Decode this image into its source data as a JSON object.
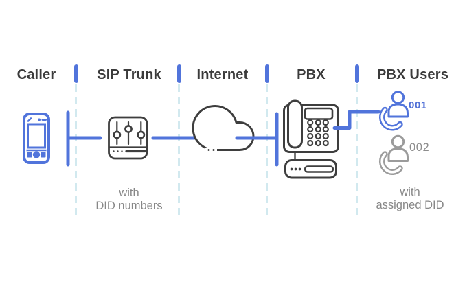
{
  "columns": [
    {
      "id": "caller",
      "label": "Caller",
      "icon": "smartphone-icon"
    },
    {
      "id": "sip-trunk",
      "label": "SIP Trunk",
      "icon": "sip-trunk-sliders-icon",
      "caption": [
        "with",
        "DID numbers"
      ]
    },
    {
      "id": "internet",
      "label": "Internet",
      "icon": "cloud-icon"
    },
    {
      "id": "pbx",
      "label": "PBX",
      "icon": "desk-phone-icon"
    },
    {
      "id": "pbx-users",
      "label": "PBX Users",
      "icon": "person-on-phone-icon",
      "caption": [
        "with",
        "assigned DID"
      ]
    }
  ],
  "pbx_users": [
    {
      "extension": "001",
      "active": true
    },
    {
      "extension": "002",
      "active": false
    }
  ],
  "colors": {
    "accent_blue": "#5174db",
    "extension_active_blue": "#4e6ed6",
    "icon_dark": "#3e3e3e",
    "muted_gray": "#8d8d8d",
    "user_inactive_gray": "#9b9b9b",
    "divider_teal": "#cfe8ee",
    "background": "#ffffff"
  }
}
